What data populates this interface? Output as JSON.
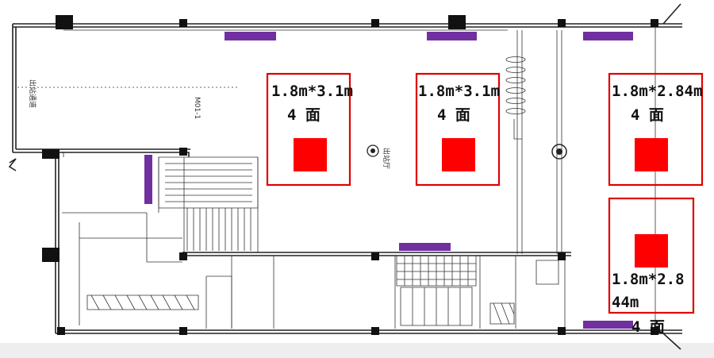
{
  "floorplan": {
    "rooms": {
      "exit_passage": "出站通道",
      "exit_hall": "出站厅",
      "door_code": "M01-1"
    },
    "zones": [
      {
        "line1": "1.8m*3.1m",
        "line2": "4 面"
      },
      {
        "line1": "1.8m*3.1m",
        "line2": "4 面"
      },
      {
        "line1": "1.8m*2.84m",
        "line2": "4 面"
      },
      {
        "line1": "1.8m*2.8",
        "line2": "44m",
        "line3": "4 面"
      }
    ],
    "colors": {
      "zone_outline": "#e00000",
      "ad_marker": "#ff0000",
      "purple_panel": "#7030a0",
      "column": "#111111"
    }
  }
}
